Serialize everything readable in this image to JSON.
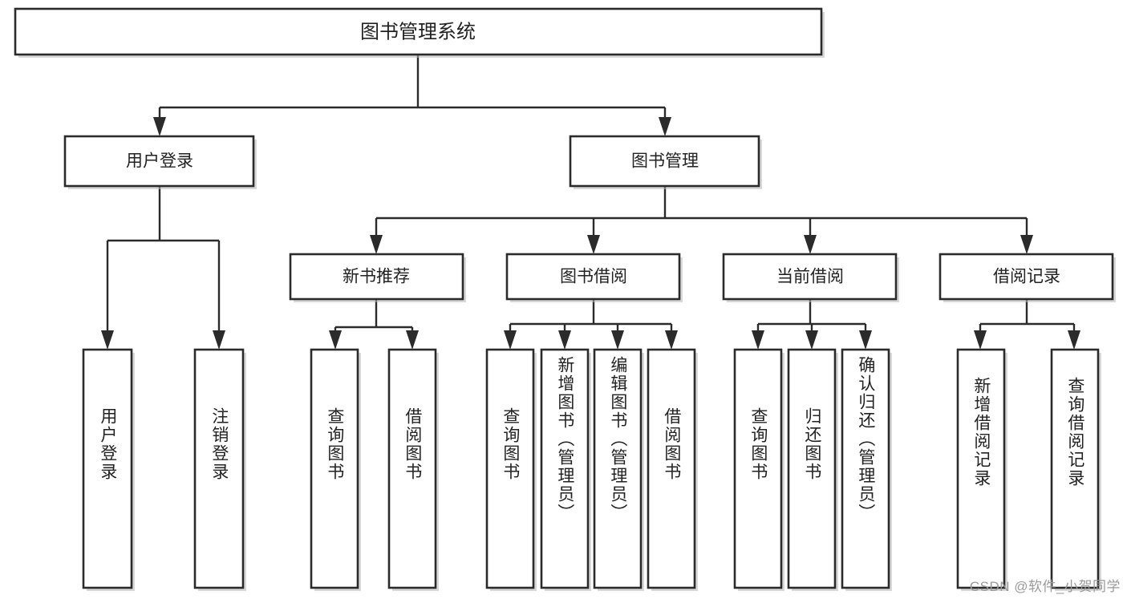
{
  "diagram": {
    "title": "图书管理系统",
    "type": "hierarchy-tree",
    "watermark": "CSDN @软件_小贺同学",
    "colors": {
      "box_stroke": "#2b2b2b",
      "box_fill": "#ffffff",
      "text": "#222222",
      "background": "#ffffff",
      "watermark": "#9b9b9b"
    },
    "levels": {
      "root": {
        "label": "图书管理系统"
      },
      "level2": [
        {
          "label": "用户登录"
        },
        {
          "label": "图书管理"
        }
      ],
      "level3": [
        {
          "label": "新书推荐"
        },
        {
          "label": "图书借阅"
        },
        {
          "label": "当前借阅"
        },
        {
          "label": "借阅记录"
        }
      ],
      "leaves": {
        "user_login": [
          {
            "label": "用户登录"
          },
          {
            "label": "注销登录"
          }
        ],
        "new_book_recommend": [
          {
            "label": "查询图书"
          },
          {
            "label": "借阅图书"
          }
        ],
        "book_borrow": [
          {
            "label": "查询图书"
          },
          {
            "label": "新增图书（管理员）"
          },
          {
            "label": "编辑图书（管理员）"
          },
          {
            "label": "借阅图书"
          }
        ],
        "current_borrow": [
          {
            "label": "查询图书"
          },
          {
            "label": "归还图书"
          },
          {
            "label": "确认归还（管理员）"
          }
        ],
        "borrow_record": [
          {
            "label": "新增借阅记录"
          },
          {
            "label": "查询借阅记录"
          }
        ]
      }
    }
  }
}
